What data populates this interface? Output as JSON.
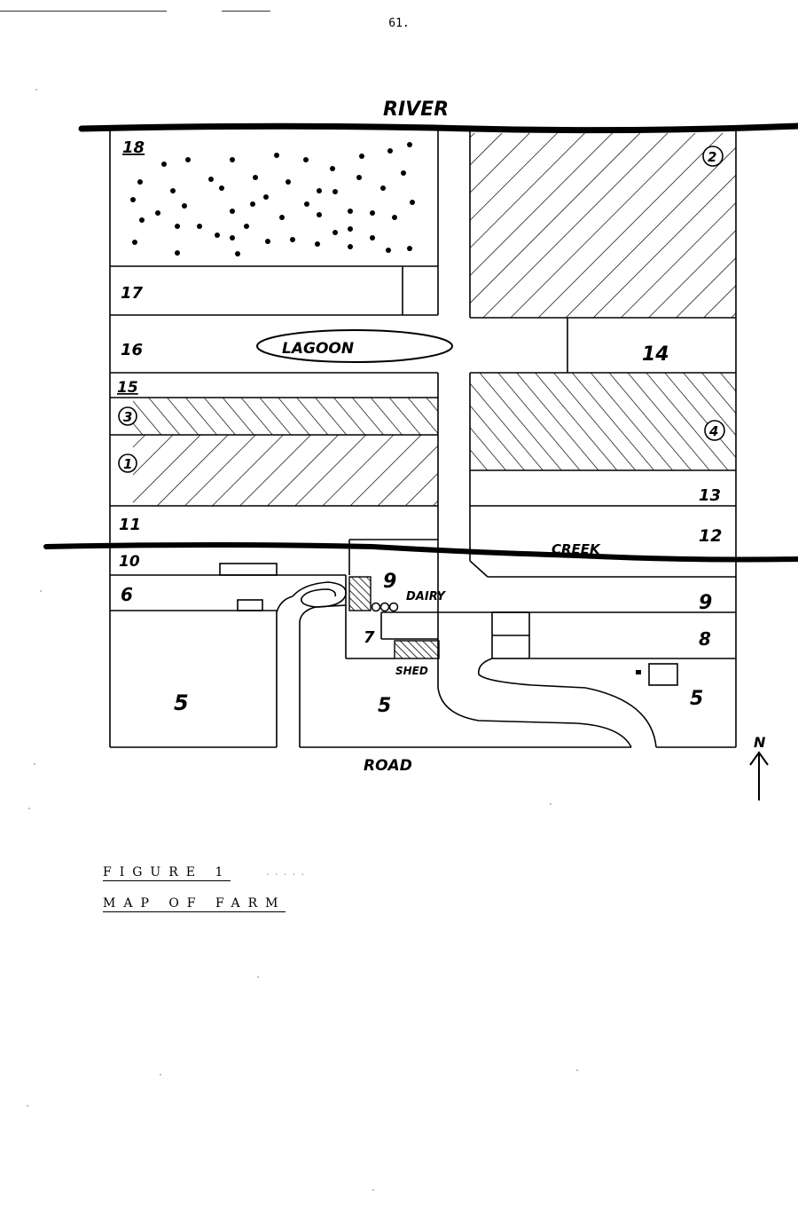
{
  "page_number": "61.",
  "map": {
    "river_label": "RIVER",
    "creek_label": "CREEK",
    "road_label": "ROAD",
    "lagoon_label": "LAGOON",
    "dairy_label": "DAIRY",
    "shed_label": "SHED",
    "north_label": "N",
    "paddocks": {
      "p18": "18",
      "p17": "17",
      "p16": "16",
      "p15": "15",
      "p3": "3",
      "p1": "1",
      "p11": "11",
      "p10": "10",
      "p6": "6",
      "p2": "2",
      "p14": "14",
      "p4": "4",
      "p13": "13",
      "p12": "12",
      "p9_dairy": "9",
      "p9_east": "9",
      "p8": "8",
      "p7": "7",
      "p5_west": "5",
      "p5_mid": "5",
      "p5_east": "5"
    }
  },
  "caption": {
    "figure": "FIGURE 1",
    "title": "MAP OF FARM"
  }
}
